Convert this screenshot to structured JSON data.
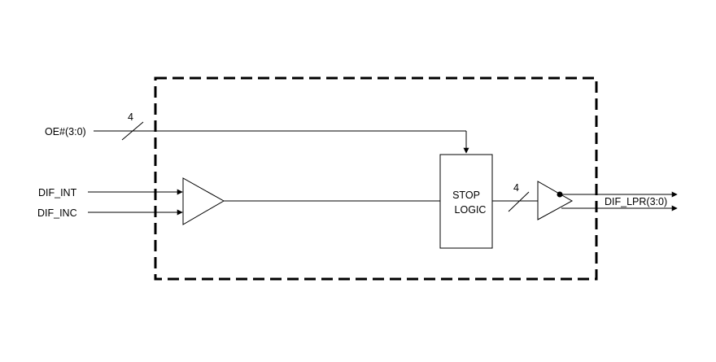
{
  "signals": {
    "oe": "OE#(3:0)",
    "oe_width": "4",
    "dif_int": "DIF_INT",
    "dif_inc": "DIF_INC",
    "out": "DIF_LPR(3:0)",
    "out_width": "4"
  },
  "blocks": {
    "stop_logic_line1": "STOP",
    "stop_logic_line2": "LOGIC"
  }
}
